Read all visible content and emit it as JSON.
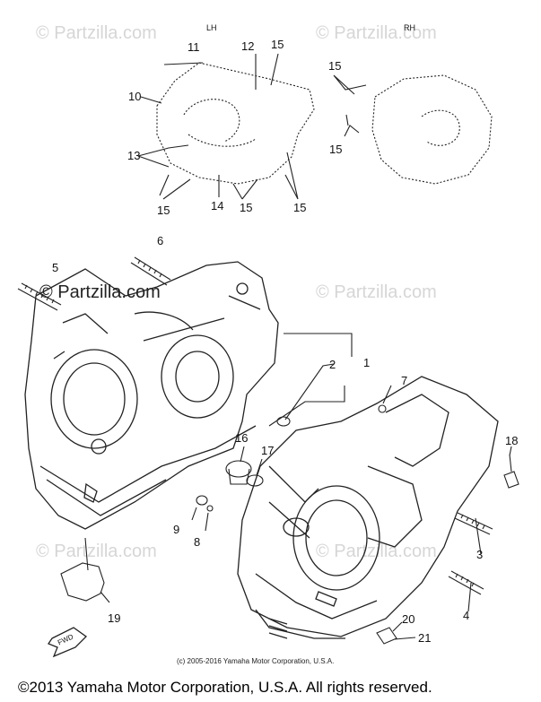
{
  "watermark": "© Partzilla.com",
  "side_labels": {
    "lh": "LH",
    "rh": "RH"
  },
  "fwd_label": "FWD",
  "callouts": [
    "1",
    "2",
    "3",
    "4",
    "5",
    "6",
    "7",
    "8",
    "9",
    "10",
    "11",
    "12",
    "13",
    "14",
    "15",
    "16",
    "17",
    "18",
    "19",
    "20",
    "21"
  ],
  "credit": "(c) 2005-2016 Yamaha Motor Corporation, U.S.A.",
  "footer": "©2013 Yamaha Motor Corporation, U.S.A. All rights reserved."
}
